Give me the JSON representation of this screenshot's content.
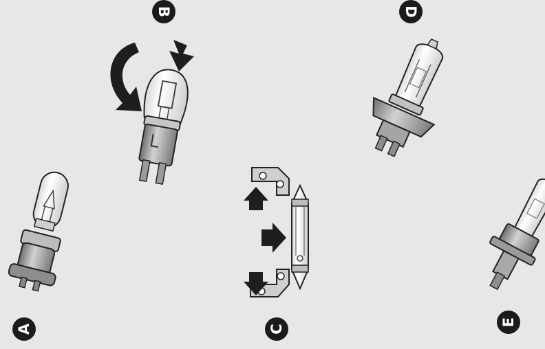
{
  "labels": {
    "a": "A",
    "b": "B",
    "c": "C",
    "d": "D",
    "e": "E"
  },
  "colors": {
    "background": "#e7e7e7",
    "label_disc": "#1b1b1b",
    "label_text": "#ffffff",
    "glass": "#f4f4f4",
    "outline": "#222222",
    "metal": "#9a9a9a",
    "arrow": "#1e1e1e"
  },
  "icons": [
    "curved-arrow-icon",
    "down-arrow-icon",
    "up-arrow-icon",
    "right-arrow-icon"
  ]
}
